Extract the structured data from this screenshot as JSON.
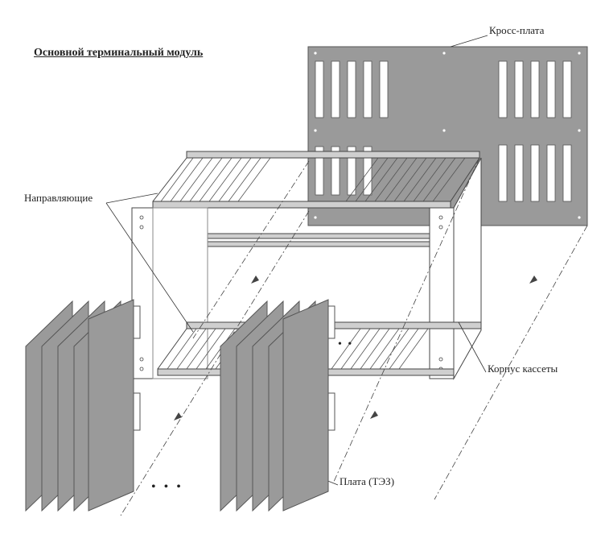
{
  "title": "Основной терминальный модуль",
  "labels": {
    "cross_board": "Кросс-плата",
    "guides": "Направляющие",
    "cassette_case": "Корпус кассеты",
    "board": "Плата (ТЭЗ)"
  },
  "ellipsis_bottom": "• • •",
  "ellipsis_mid": "• •",
  "colors": {
    "panel_fill": "#9a9a9a",
    "panel_stroke": "#555555",
    "frame_fill": "#ffffff",
    "line": "#444444"
  }
}
